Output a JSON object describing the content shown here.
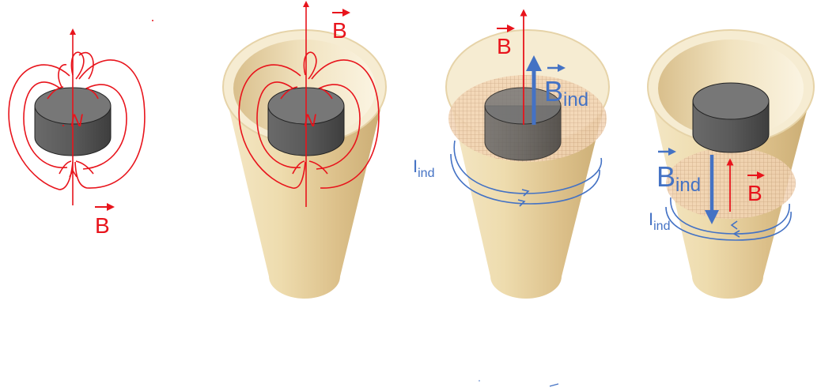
{
  "labels": {
    "panel1_B": "B",
    "panel2_B": "B",
    "panel3_B": "B",
    "panel3_Bind_main": "B",
    "panel3_Bind_sub": "ind",
    "panel3_Iind_main": "I",
    "panel3_Iind_sub": "ind",
    "panel4_Bind_main": "B",
    "panel4_Bind_sub": "ind",
    "panel4_B": "B",
    "panel4_Iind_main": "I",
    "panel4_Iind_sub": "ind",
    "north_pole": "N"
  },
  "colors": {
    "field": "#e8141c",
    "induced": "#4472c4",
    "magnet_top": "#7a7a7a",
    "magnet_side": "#5b5b5b",
    "tube": "#e9d6aa",
    "tube_shadow": "#cdb27c"
  }
}
